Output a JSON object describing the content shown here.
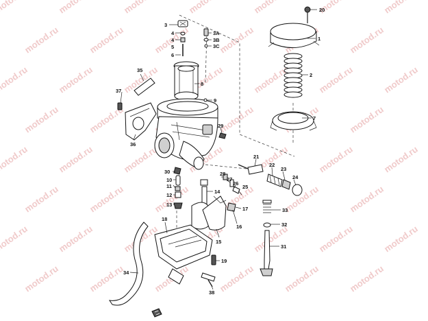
{
  "watermark": {
    "text": "motod.ru",
    "color": "#f0caca"
  },
  "callouts": [
    "20",
    "1",
    "2",
    "7",
    "3",
    "3A",
    "3B",
    "3C",
    "4",
    "4",
    "5",
    "6",
    "8",
    "9",
    "35",
    "37",
    "36",
    "29",
    "21",
    "22",
    "23",
    "24",
    "30",
    "28",
    "27",
    "26",
    "25",
    "10",
    "11",
    "12",
    "13",
    "14",
    "17",
    "16",
    "15",
    "33",
    "32",
    "31",
    "18",
    "19",
    "34",
    "38"
  ]
}
